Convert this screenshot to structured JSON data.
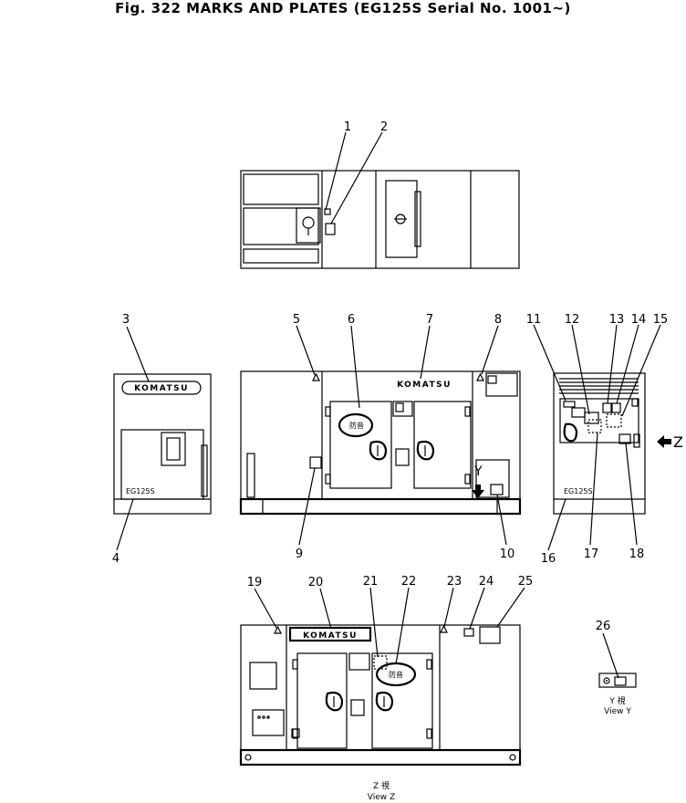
{
  "figure": {
    "title": "Fig. 322  MARKS AND PLATES  (EG125S Serial No. 1001~)"
  },
  "drawing": {
    "brand_text": "KOMATSU",
    "model_text": "EG125S",
    "warning_text": "防音",
    "view_y_arrow_label": "Y",
    "view_z_arrow_label": "Z",
    "view_y_caption": {
      "kanji": "Y 視",
      "english": "View Y"
    },
    "view_z_caption": {
      "kanji": "Z 視",
      "english": "View Z"
    }
  },
  "callouts": [
    "1",
    "2",
    "3",
    "4",
    "5",
    "6",
    "7",
    "8",
    "9",
    "10",
    "11",
    "12",
    "13",
    "14",
    "15",
    "16",
    "17",
    "18",
    "19",
    "20",
    "21",
    "22",
    "23",
    "24",
    "25",
    "26"
  ]
}
